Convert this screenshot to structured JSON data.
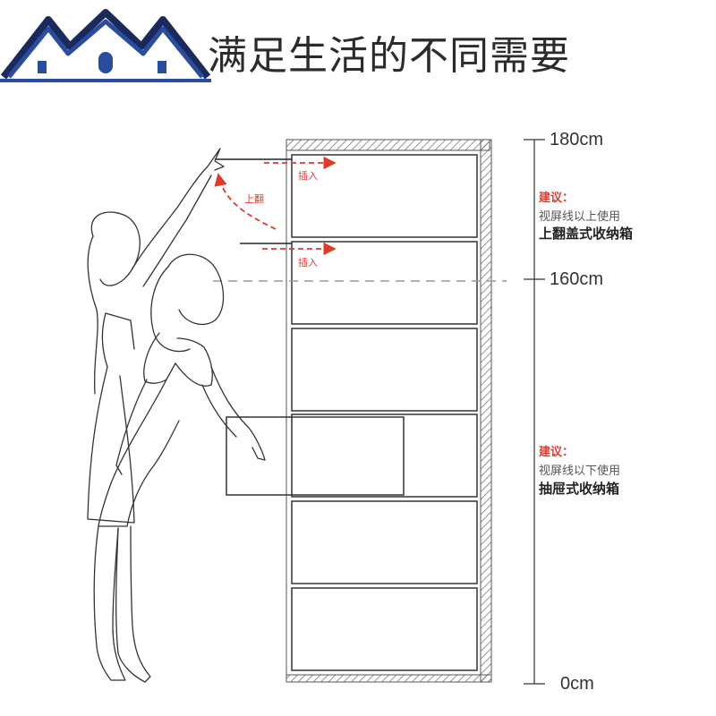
{
  "headline": "满足生活的不同需要",
  "scale": {
    "top_label": "180cm",
    "eye_label": "160cm",
    "bottom_label": "0cm"
  },
  "upper_note": {
    "title": "建议：",
    "line1": "视屏线以上使用",
    "line2": "上翻盖式收纳箱"
  },
  "lower_note": {
    "title": "建议：",
    "line1": "视屏线以下使用",
    "line2": "抽屉式收纳箱"
  },
  "arrows": {
    "insert_top": "插入",
    "flip_up": "上翻",
    "insert_second": "插入"
  },
  "colors": {
    "accent_red": "#e03a2b",
    "line_gray": "#333333",
    "logo_blue": "#2a4c9c",
    "logo_dark": "#1a2a5c"
  },
  "icons": {
    "logo": "house-roofs-logo"
  }
}
